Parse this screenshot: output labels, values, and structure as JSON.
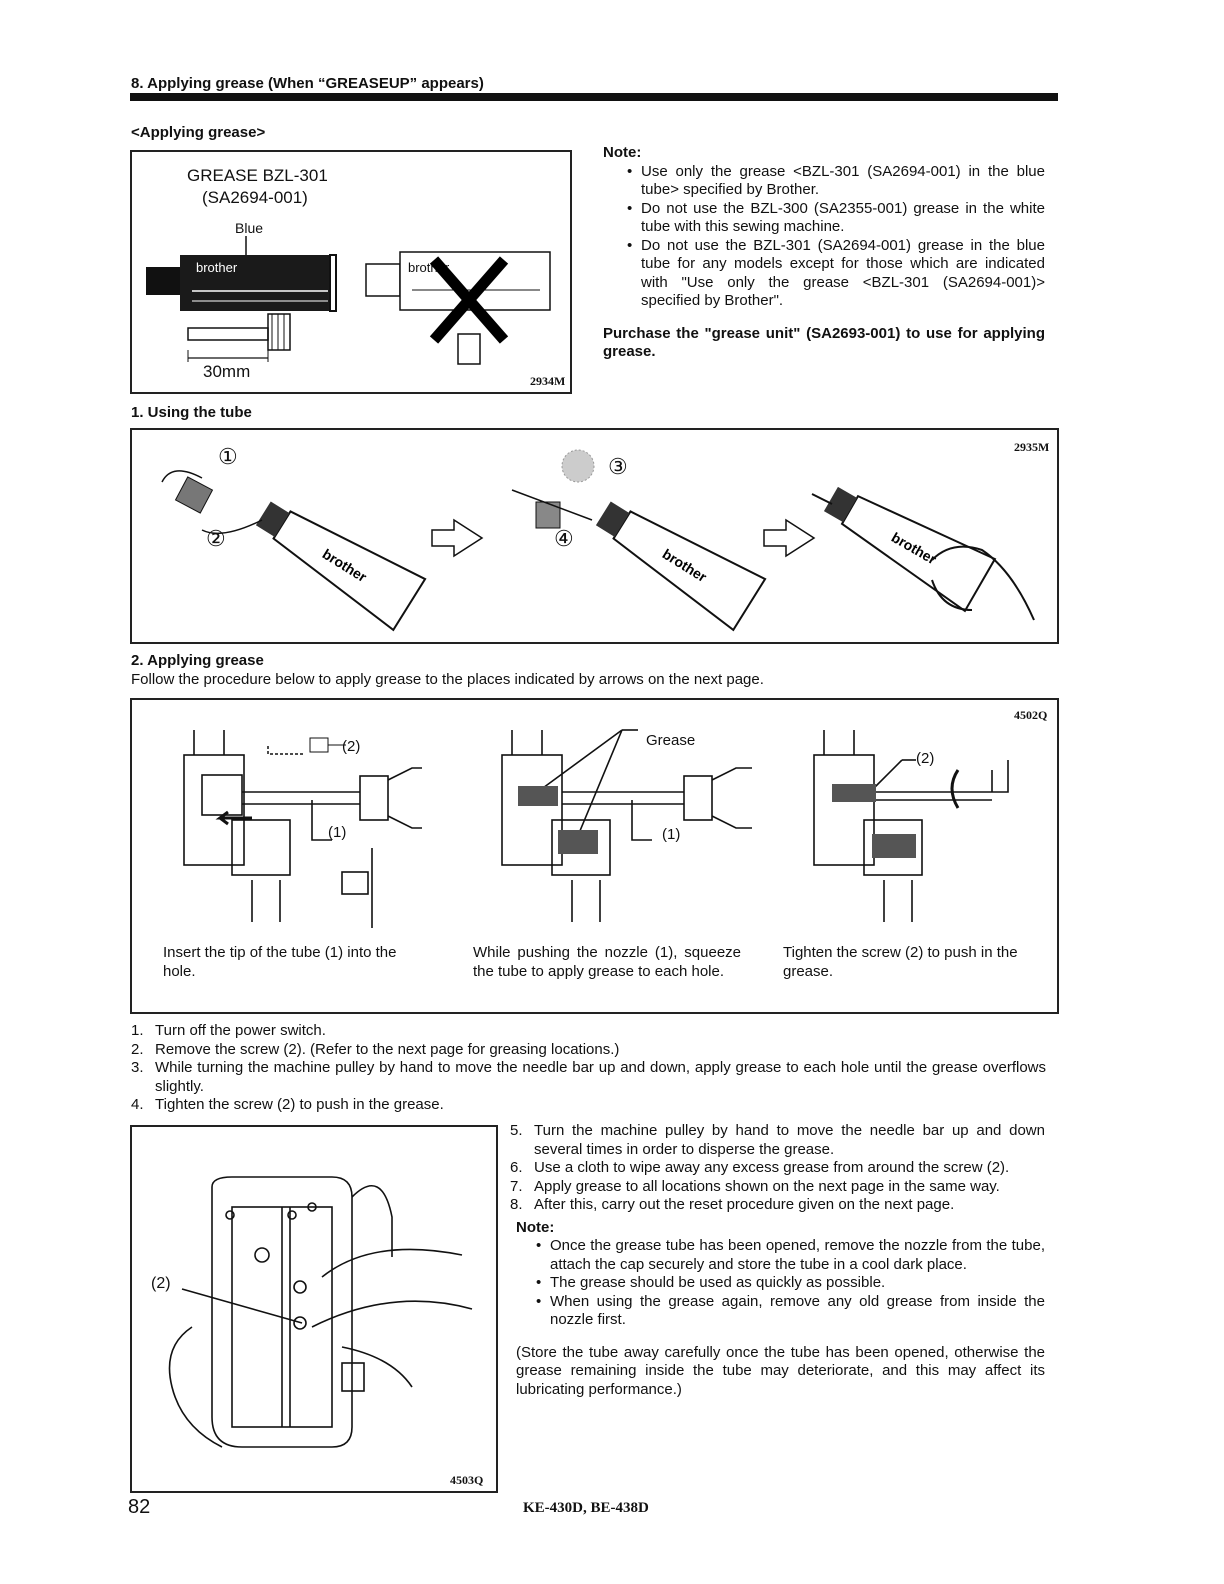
{
  "header": {
    "title": "8. Applying grease (When “GREASEUP” appears)"
  },
  "applying_grease": {
    "heading": "<Applying grease>",
    "figure": {
      "grease_label": "GREASE BZL-301",
      "part_no": "(SA2694-001)",
      "color_label": "Blue",
      "brand": "brother",
      "length": "30mm",
      "fig_id": "2934M"
    },
    "note": {
      "title": "Note:",
      "items": [
        "Use only the grease <BZL-301 (SA2694-001) in the blue tube> specified by Brother.",
        "Do not use the BZL-300 (SA2355-001) grease in the white tube with this sewing machine.",
        "Do not use the BZL-301 (SA2694-001) grease in the blue tube for any models except for those which are indicated with \"Use only the grease <BZL-301 (SA2694-001)> specified by Brother\"."
      ],
      "purchase": "Purchase the \"grease unit\" (SA2693-001) to use for applying grease."
    }
  },
  "using_tube": {
    "heading": "1. Using the tube",
    "fig_id": "2935M",
    "markers": [
      "①",
      "②",
      "③",
      "④"
    ],
    "brand": "brother"
  },
  "applying": {
    "heading": "2. Applying grease",
    "intro": "Follow the procedure below to apply grease to the places indicated by arrows on the next page.",
    "fig_id": "4502Q",
    "grease_label": "Grease",
    "label_1": "(1)",
    "label_2": "(2)",
    "captions": [
      "Insert the tip of the tube (1) into the hole.",
      "While pushing the nozzle (1), squeeze the tube to apply grease to each hole.",
      "Tighten the screw (2) to push in the grease."
    ]
  },
  "steps": [
    {
      "n": "1.",
      "text": "Turn off the power switch."
    },
    {
      "n": "2.",
      "text": "Remove the screw (2). (Refer to the next page for greasing locations.)"
    },
    {
      "n": "3.",
      "text": "While turning the machine pulley by hand to move the needle bar up and down, apply grease to each hole until the grease overflows slightly."
    },
    {
      "n": "4.",
      "text": "Tighten the screw (2) to push in the grease."
    },
    {
      "n": "5.",
      "text": "Turn the machine pulley by hand to move the needle bar up and down several times in order to disperse the grease."
    },
    {
      "n": "6.",
      "text": "Use a cloth to wipe away any excess grease from around the screw (2)."
    },
    {
      "n": "7.",
      "text": "Apply grease to all locations shown on the next page in the same way."
    },
    {
      "n": "8.",
      "text": "After this, carry out the reset procedure given on the next page."
    }
  ],
  "bottom_figure": {
    "label_2": "(2)",
    "fig_id": "4503Q"
  },
  "bottom_note": {
    "title": "Note:",
    "items": [
      "Once the grease tube has been opened, remove the nozzle from the tube, attach the cap securely and store the tube in a cool dark place.",
      "The grease should be used as quickly as possible.",
      "When using the grease again, remove any old grease from inside the nozzle first."
    ],
    "storage": "(Store the tube away carefully once the tube has been opened, otherwise the grease remaining inside the tube may deteriorate, and this may affect its lubricating performance.)"
  },
  "footer": {
    "page_number": "82",
    "model": "KE-430D, BE-438D"
  }
}
